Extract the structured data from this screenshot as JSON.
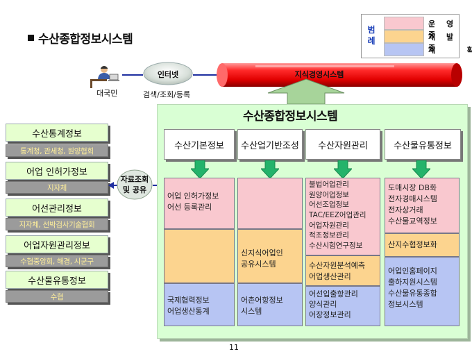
{
  "title": "수산종합정보시스템",
  "legend": {
    "header": [
      "범",
      "례"
    ],
    "items": [
      {
        "label": "운 영 중",
        "color": "#f9c8cf"
      },
      {
        "label": "개 발 중",
        "color": "#fcd48f"
      },
      {
        "label": "계    획",
        "color": "#b7c5f3"
      }
    ]
  },
  "citizen": {
    "label": "대국민"
  },
  "internet": {
    "label": "인터넷",
    "caption": "검색/조회/등록"
  },
  "kms": {
    "label": "지식경영시스템"
  },
  "exchange": {
    "line1": "자료조회",
    "line2": "및 공유"
  },
  "left_systems": [
    {
      "name": "수산통계정보",
      "org": "통계청, 관세청, 원양협회"
    },
    {
      "name": "어업 인허가정보",
      "org": "지자체"
    },
    {
      "name": "어선관리정보",
      "org": "지자체, 선박검사기술협회"
    },
    {
      "name": "어업자원관리정보",
      "org": "수협중앙회, 해경, 시군구"
    },
    {
      "name": "수산물유통정보",
      "org": "수협"
    }
  ],
  "main": {
    "title": "수산종합정보시스템",
    "columns": [
      {
        "header": "수산기본정보",
        "operating": [
          "어업 인허가정보",
          "어선 등록관리"
        ],
        "developing": [],
        "planned": [
          "국제협력정보",
          "어업생산통계"
        ]
      },
      {
        "header": "수산업기반조성",
        "operating": [],
        "developing": [
          "신지식어업인",
          "공유시스템"
        ],
        "planned": [
          "어촌어항정보",
          "시스템"
        ]
      },
      {
        "header": "수산자원관리",
        "operating": [
          "불법어업관리",
          "원양어업정보",
          "어선조업정보",
          "TAC/EEZ어업관리",
          "어업자원관리",
          "적조정보관리",
          "수산시험연구정보"
        ],
        "developing": [
          "수산자원분석예측",
          "어업생산관리"
        ],
        "planned": [
          "어선입출항관리",
          "양식관리",
          "어장정보관리"
        ]
      },
      {
        "header": "수산물유통정보",
        "operating": [
          "도매시장 DB화",
          "전자경매시스템",
          "전자상거래",
          "수산물교역정보"
        ],
        "developing": [
          "산지수협정보화"
        ],
        "planned": [
          "어업인홈페이지",
          "출하지원시스템",
          "수산물유통종합",
          "정보시스템"
        ]
      }
    ]
  },
  "page_number": "11"
}
